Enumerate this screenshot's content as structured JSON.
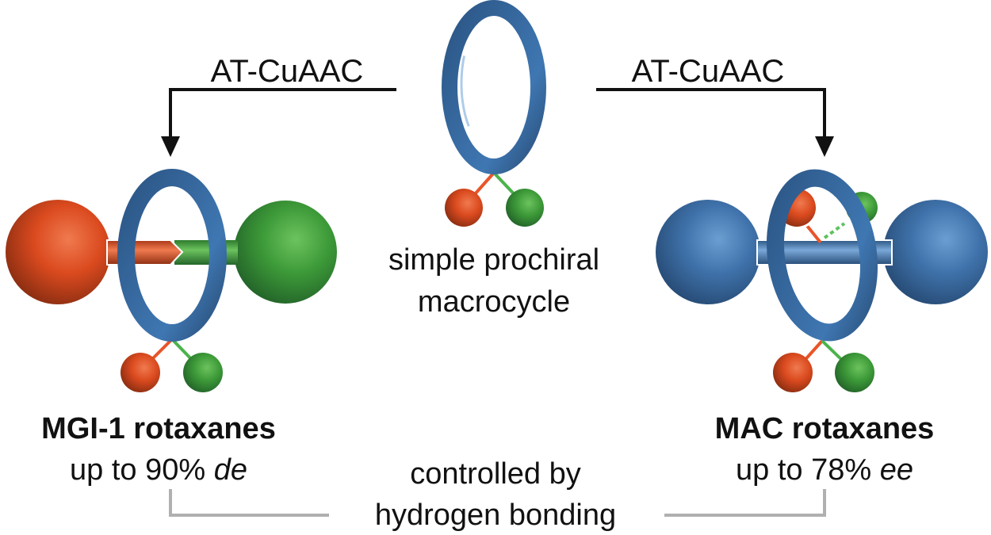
{
  "reaction_left": {
    "label": "AT-CuAAC"
  },
  "reaction_right": {
    "label": "AT-CuAAC"
  },
  "center": {
    "line1": "simple prochiral",
    "line2": "macrocycle"
  },
  "left_product": {
    "title": "MGI-1 rotaxanes",
    "prefix": "up to 90% ",
    "unit": "de"
  },
  "right_product": {
    "title": "MAC rotaxanes",
    "prefix": "up to 78% ",
    "unit": "ee"
  },
  "footer": {
    "line1": "controlled by",
    "line2": "hydrogen bonding"
  },
  "colors": {
    "ring": "#2f5f93",
    "orange": "#d9481f",
    "green": "#3a9a3a",
    "bracket": "#b0b0b0"
  }
}
